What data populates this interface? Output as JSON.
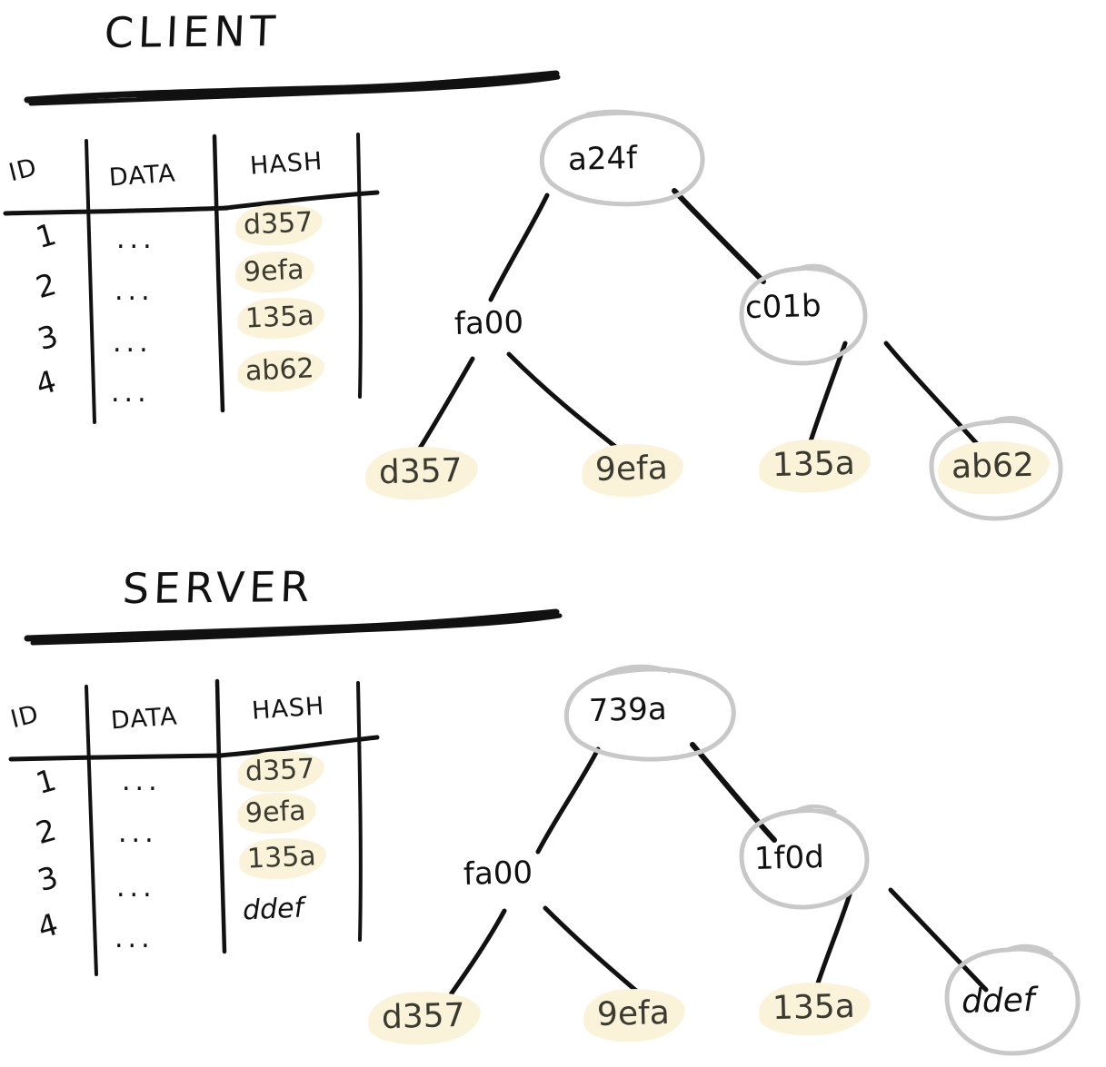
{
  "meta": {
    "diagram_kind": "merkle-tree-comparison",
    "colors": {
      "ink": "#111111",
      "highlight": "#faf2d9",
      "circle_gray": "#c8c8c8",
      "highlighted_text": "#3b3a30",
      "background": "#ffffff"
    }
  },
  "sections": [
    {
      "id": "client",
      "title": "CLIENT",
      "table": {
        "headers": [
          "ID",
          "DATA",
          "HASH"
        ],
        "rows": [
          {
            "id": "1",
            "data": "...",
            "hash": "d357",
            "highlighted": true
          },
          {
            "id": "2",
            "data": "...",
            "hash": "9efa",
            "highlighted": true
          },
          {
            "id": "3",
            "data": "...",
            "hash": "135a",
            "highlighted": true
          },
          {
            "id": "4",
            "data": "...",
            "hash": "ab62",
            "highlighted": true
          }
        ]
      },
      "tree": {
        "root": {
          "label": "a24f",
          "circled": true,
          "highlighted": false
        },
        "internal": [
          {
            "label": "fa00",
            "circled": false,
            "highlighted": false
          },
          {
            "label": "c01b",
            "circled": true,
            "highlighted": false
          }
        ],
        "leaves": [
          {
            "label": "d357",
            "circled": false,
            "highlighted": true
          },
          {
            "label": "9efa",
            "circled": false,
            "highlighted": true
          },
          {
            "label": "135a",
            "circled": false,
            "highlighted": true
          },
          {
            "label": "ab62",
            "circled": true,
            "highlighted": true
          }
        ]
      }
    },
    {
      "id": "server",
      "title": "SERVER",
      "table": {
        "headers": [
          "ID",
          "DATA",
          "HASH"
        ],
        "rows": [
          {
            "id": "1",
            "data": "...",
            "hash": "d357",
            "highlighted": true
          },
          {
            "id": "2",
            "data": "...",
            "hash": "9efa",
            "highlighted": true
          },
          {
            "id": "3",
            "data": "...",
            "hash": "135a",
            "highlighted": true
          },
          {
            "id": "4",
            "data": "...",
            "hash": "ddef",
            "highlighted": false
          }
        ]
      },
      "tree": {
        "root": {
          "label": "739a",
          "circled": true,
          "highlighted": false
        },
        "internal": [
          {
            "label": "fa00",
            "circled": false,
            "highlighted": false
          },
          {
            "label": "1f0d",
            "circled": true,
            "highlighted": false
          }
        ],
        "leaves": [
          {
            "label": "d357",
            "circled": false,
            "highlighted": true
          },
          {
            "label": "9efa",
            "circled": false,
            "highlighted": true
          },
          {
            "label": "135a",
            "circled": false,
            "highlighted": true
          },
          {
            "label": "ddef",
            "circled": true,
            "highlighted": false
          }
        ]
      }
    }
  ]
}
